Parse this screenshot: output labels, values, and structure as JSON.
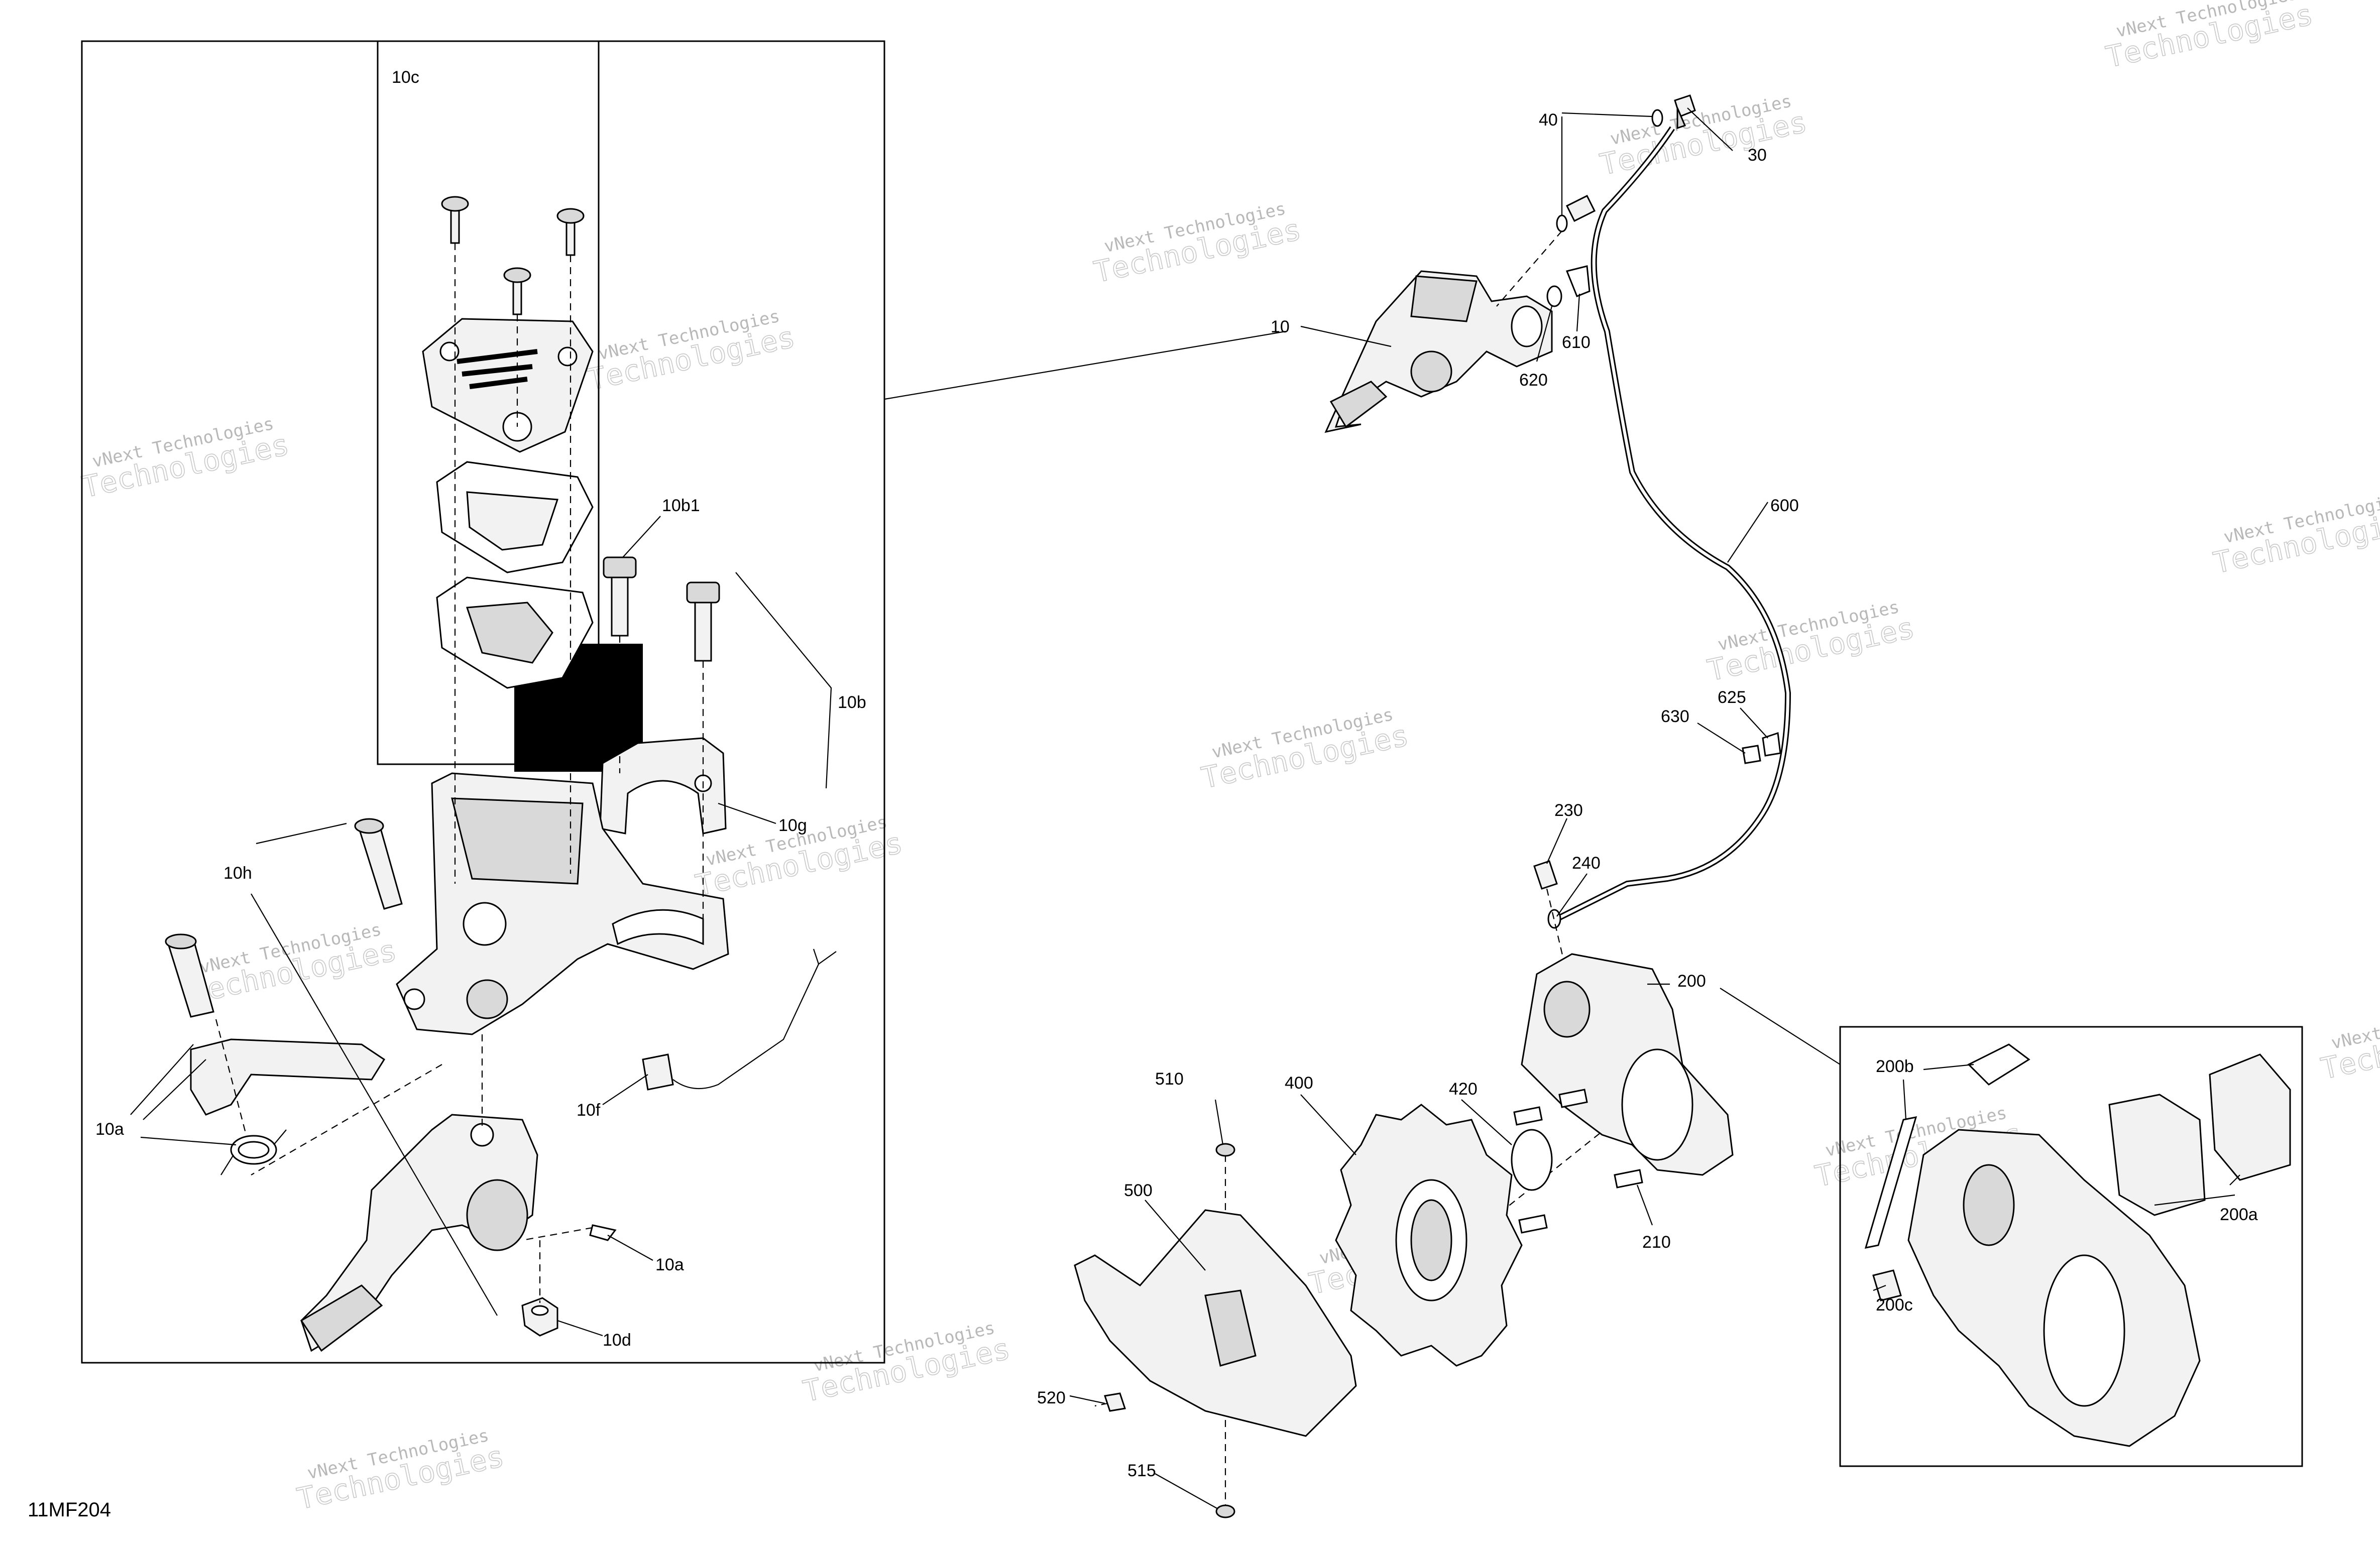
{
  "drawing_code": "11MF204",
  "watermark": {
    "line1": "vNext Technologies",
    "line2": "Technologies"
  },
  "callouts": {
    "c10": "10",
    "c10a_left": "10a",
    "c10a_right": "10a",
    "c10b": "10b",
    "c10b1": "10b1",
    "c10c": "10c",
    "c10d": "10d",
    "c10f": "10f",
    "c10g": "10g",
    "c10h": "10h",
    "c30": "30",
    "c40": "40",
    "c200": "200",
    "c200a": "200a",
    "c200b": "200b",
    "c200c": "200c",
    "c210": "210",
    "c230": "230",
    "c240": "240",
    "c400": "400",
    "c420": "420",
    "c500": "500",
    "c510": "510",
    "c515": "515",
    "c520": "520",
    "c600": "600",
    "c610": "610",
    "c620": "620",
    "c625": "625",
    "c630": "630"
  }
}
